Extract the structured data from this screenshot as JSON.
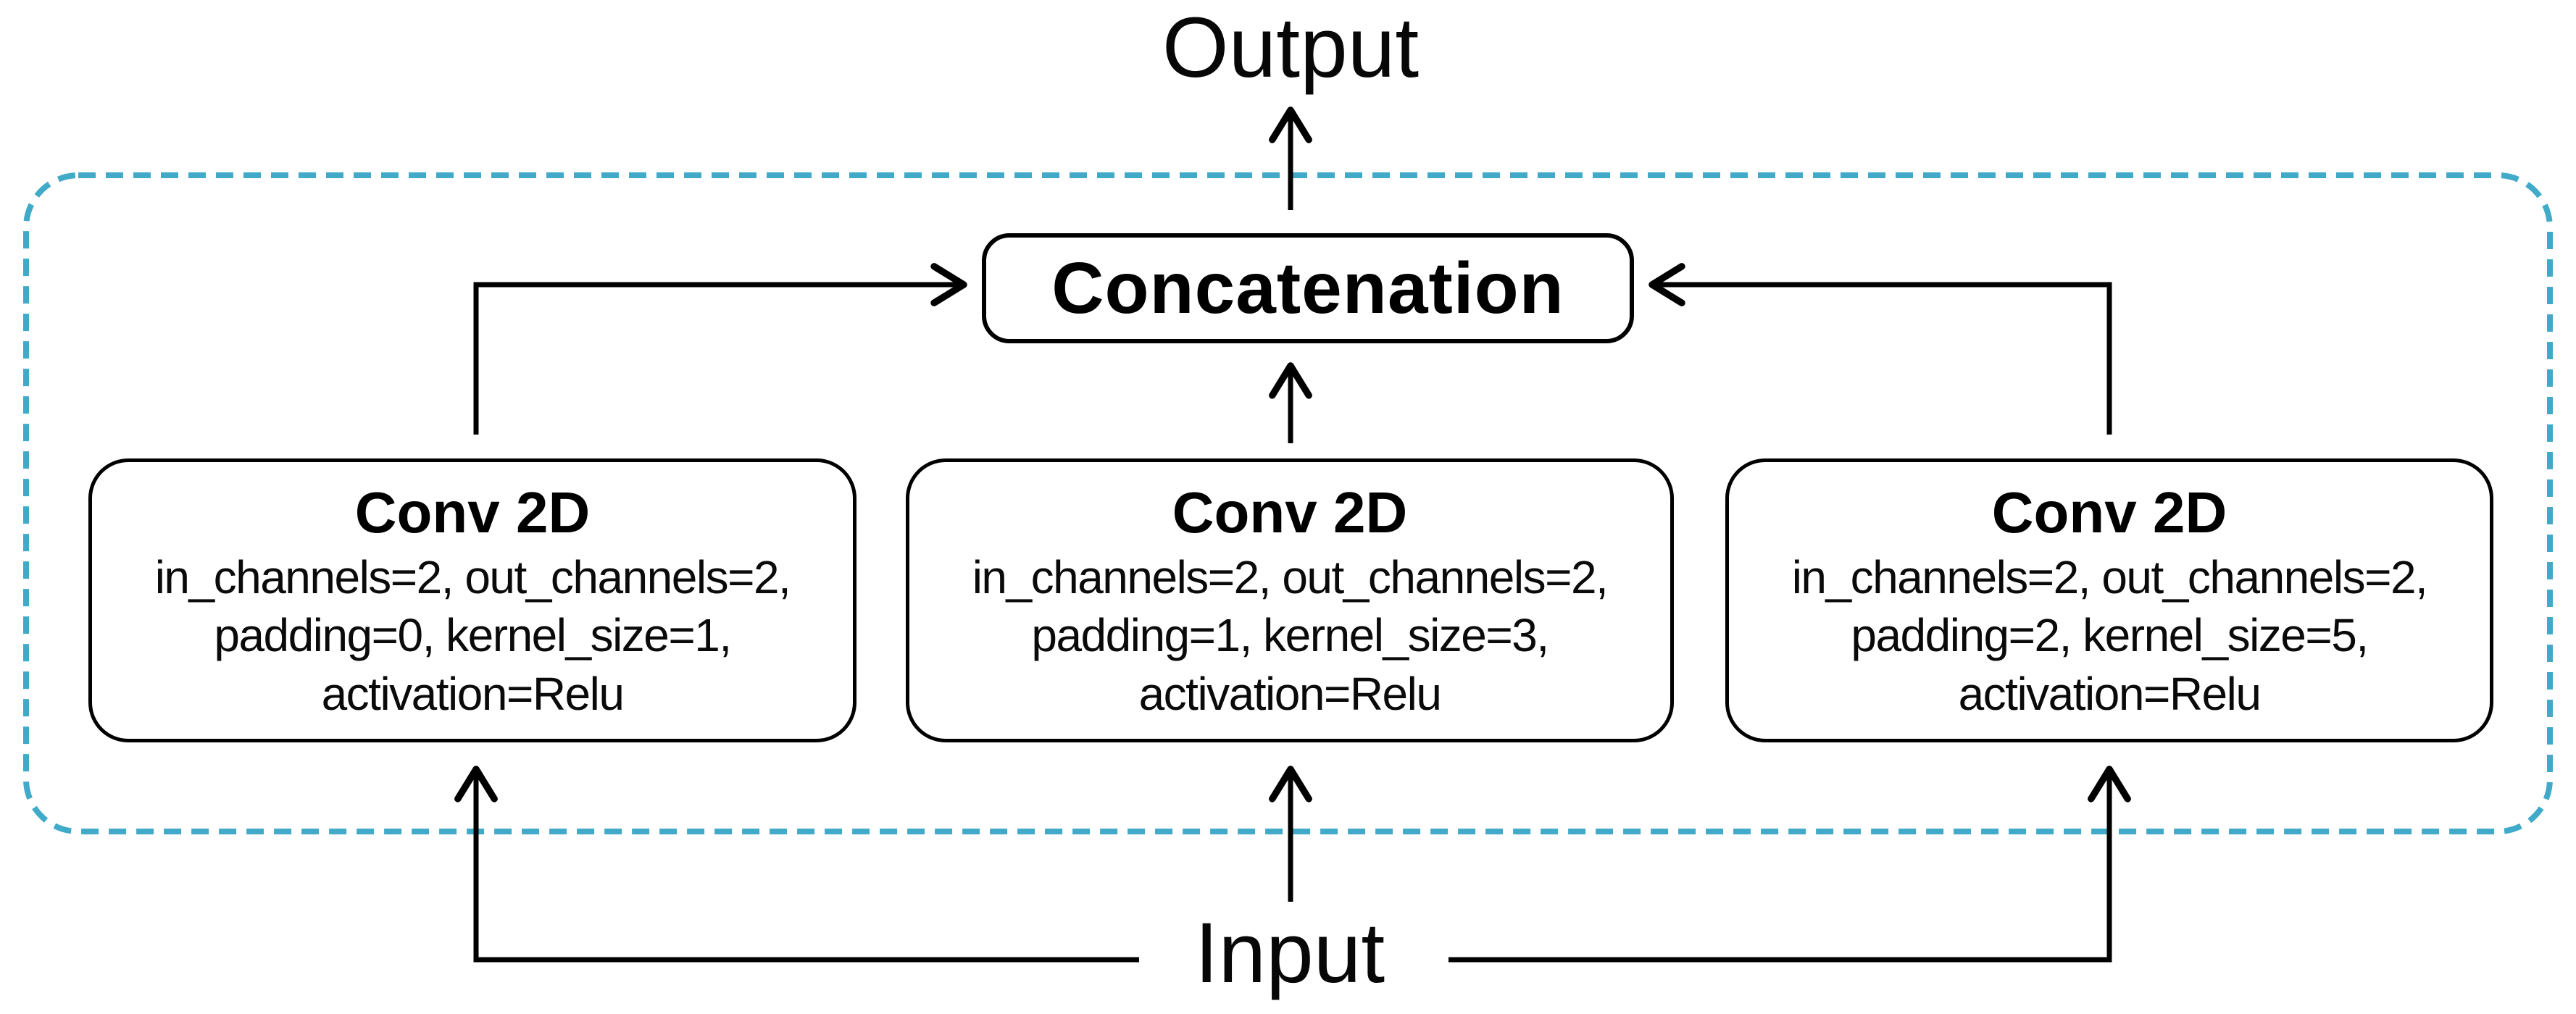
{
  "diagram": {
    "title_semantics": "inception-style multi-kernel conv block",
    "output_label": "Output",
    "input_label": "Input",
    "concatenation_label": "Concatenation",
    "colors": {
      "boundary_dash": "#41aac9",
      "line": "#000000",
      "box_border": "#000000",
      "background": "#ffffff"
    },
    "conv_boxes": [
      {
        "title": "Conv 2D",
        "lines": [
          "in_channels=2, out_channels=2,",
          "padding=0, kernel_size=1,",
          "activation=Relu"
        ]
      },
      {
        "title": "Conv 2D",
        "lines": [
          "in_channels=2, out_channels=2,",
          "padding=1, kernel_size=3,",
          "activation=Relu"
        ]
      },
      {
        "title": "Conv 2D",
        "lines": [
          "in_channels=2, out_channels=2,",
          "padding=2, kernel_size=5,",
          "activation=Relu"
        ]
      }
    ]
  }
}
